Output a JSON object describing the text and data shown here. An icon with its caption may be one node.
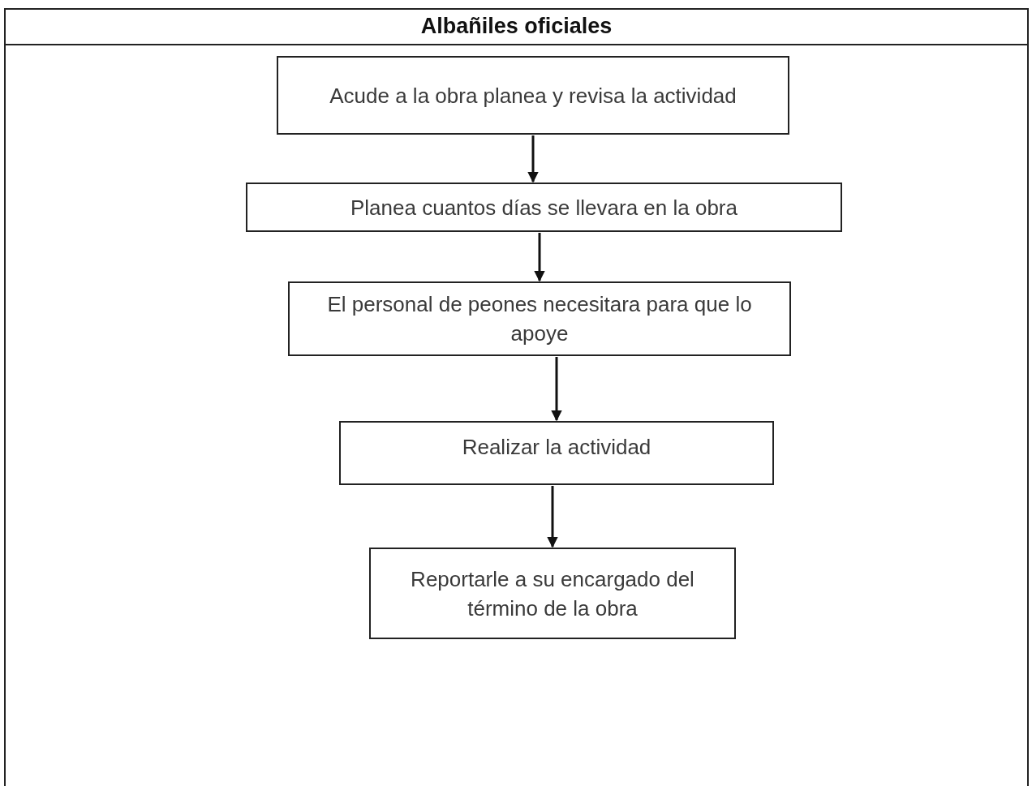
{
  "diagram": {
    "nodes": [
      {
        "text": [
          "Albañiles oficiales"
        ]
      },
      {
        "text": [
          "Acude a la obra planea y revisa la actividad"
        ],
        "in": 0
      },
      {
        "text": [
          "Planea cuantos días se llevara en la obra"
        ],
        "in": 0
      },
      {
        "text": [
          "El personal de peones necesitara para que lo apoye"
        ],
        "in": 0
      },
      {
        "text": [
          "Realizar la actividad"
        ],
        "in": 0
      },
      {
        "text": [
          "Reportarle a su encargado del término de la obra"
        ],
        "in": 0
      }
    ],
    "edges": [
      {
        "from": 1,
        "to": 2,
        "arrow": "to"
      },
      {
        "from": 2,
        "to": 3,
        "arrow": "to"
      },
      {
        "from": 3,
        "to": 4,
        "arrow": "to"
      },
      {
        "from": 4,
        "to": 5,
        "arrow": "to"
      }
    ]
  }
}
